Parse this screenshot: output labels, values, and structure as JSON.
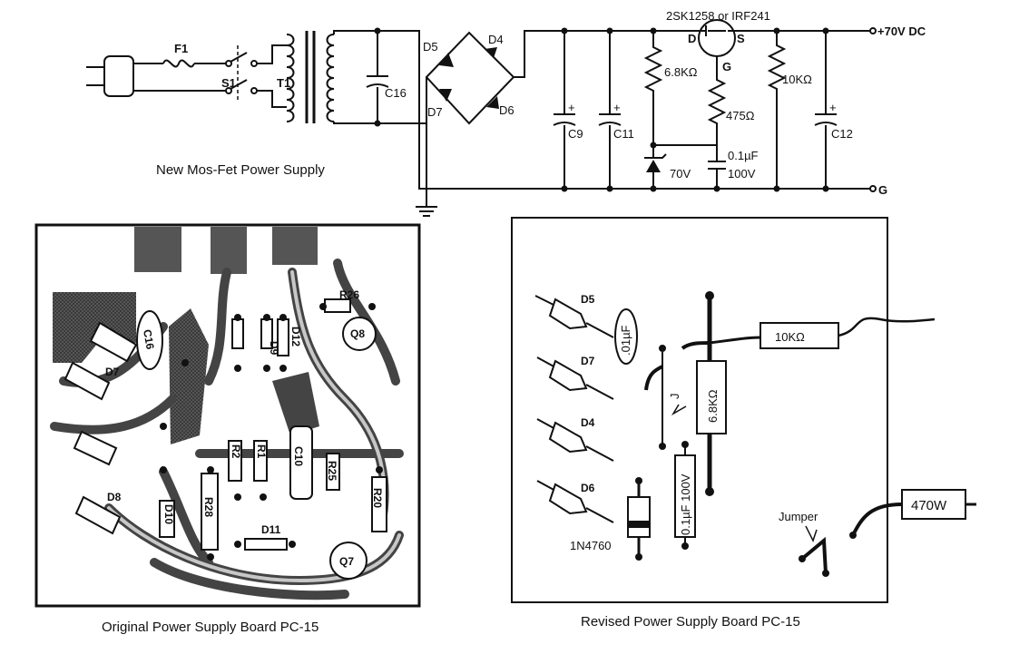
{
  "schematic": {
    "caption": "New Mos-Fet Power Supply",
    "labels": {
      "fuse": "F1",
      "switch": "S1",
      "transformer": "T1",
      "cap_c16": "C16",
      "d5": "D5",
      "d4": "D4",
      "d7": "D7",
      "d6": "D6",
      "cap_c9": "C9",
      "cap_c11": "C11",
      "r_68k": "6.8KΩ",
      "mosfet": "2SK1258 or IRF241",
      "mos_d": "D",
      "mos_s": "S",
      "mos_g": "G",
      "r_475": "475Ω",
      "cap_01": "0.1µF",
      "cap_01_v": "100V",
      "zener": "70V",
      "r_10k": "10KΩ",
      "cap_c12": "C12",
      "out_pos": "+70V DC",
      "out_gnd": "G",
      "plus": "+"
    }
  },
  "original_board": {
    "caption": "Original Power Supply Board PC-15",
    "labels": [
      "C16",
      "D7",
      "D8",
      "R26",
      "Q8",
      "D12",
      "D9",
      "R2",
      "D10",
      "R28",
      "D11",
      "R1",
      "C10",
      "R25",
      "R20",
      "Q7"
    ]
  },
  "revised_board": {
    "caption": "Revised Power Supply Board PC-15",
    "labels": {
      "d5": "D5",
      "d7": "D7",
      "d4": "D4",
      "d6": "D6",
      "cap_01": ".01µF",
      "r_10k": "10KΩ",
      "r_68k": "6.8KΩ",
      "jumper_j": "J",
      "cap_01_100": "0.1µF 100V",
      "zener": "1N4760",
      "jumper": "Jumper",
      "r_470": "470W"
    }
  }
}
